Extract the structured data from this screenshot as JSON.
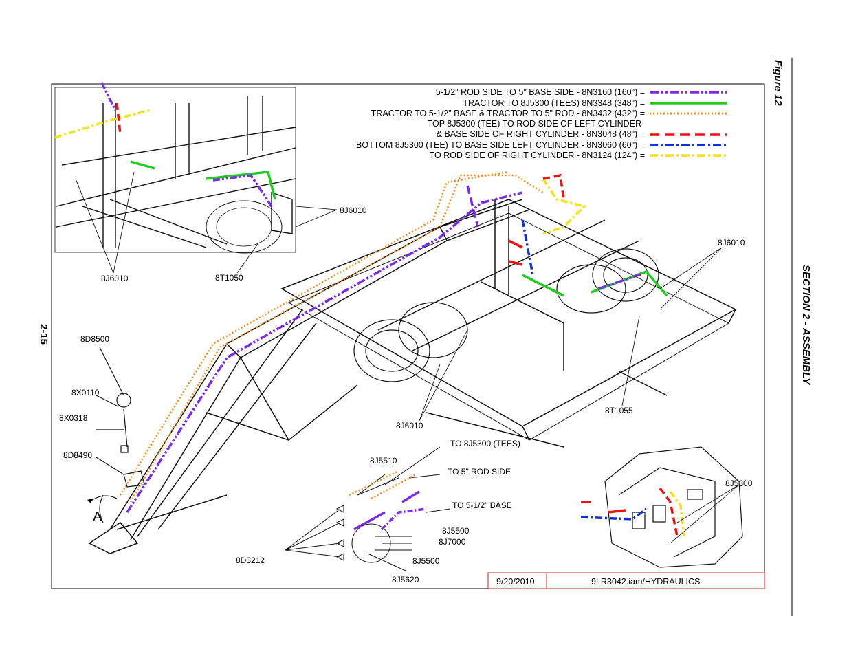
{
  "page": {
    "figure_title": "Figure 12",
    "section_title": "SECTION 2 - ASSEMBLY",
    "page_number": "2-15"
  },
  "legend": [
    {
      "text": "5-1/2\" ROD SIDE TO 5\" BASE SIDE - 8N3160 (160\") =",
      "color": "#7b2be2",
      "style": "dash-dot-dot"
    },
    {
      "text": "TRACTOR TO 8J5300 (TEES) 8N3348 (348\") =",
      "color": "#22cc22",
      "style": "solid"
    },
    {
      "text": "TRACTOR TO 5-1/2\" BASE & TRACTOR TO 5\" ROD - 8N3432 (432\") =",
      "color": "#f08a1c",
      "style": "dotted"
    },
    {
      "text": "TOP 8J5300 (TEE) TO ROD SIDE OF LEFT CYLINDER",
      "color": "",
      "style": "none"
    },
    {
      "text": "& BASE SIDE OF RIGHT CYLINDER - 8N3048 (48\") =",
      "color": "#ee1111",
      "style": "long-dash"
    },
    {
      "text": "BOTTOM 8J5300 (TEE) TO BASE SIDE LEFT CYLINDER - 8N3060 (60\") =",
      "color": "#1133cc",
      "style": "dash-dot"
    },
    {
      "text": "TO ROD SIDE OF RIGHT CYLINDER - 8N3124 (124\") =",
      "color": "#f2e21a",
      "style": "dash-dot"
    }
  ],
  "labels": {
    "l_8j6010_a": "8J6010",
    "l_8j6010_b": "8J6010",
    "l_8j6010_c": "8J6010",
    "l_8j6010_d": "8J6010",
    "l_8t1050": "8T1050",
    "l_8t1055": "8T1055",
    "l_8d8500": "8D8500",
    "l_8x0110": "8X0110",
    "l_8x0318": "8X0318",
    "l_8d8490": "8D8490",
    "l_a": "A",
    "l_to_tees": "TO 8J5300 (TEES)",
    "l_8j5510": "8J5510",
    "l_to_5rod": "TO 5\" ROD SIDE",
    "l_to_55base": "TO 5-1/2\" BASE",
    "l_8j5500_a": "8J5500",
    "l_8j7000": "8J7000",
    "l_8d3212": "8D3212",
    "l_8j5500_b": "8J5500",
    "l_8j5620": "8J5620",
    "l_8j5300": "8J5300"
  },
  "title_block": {
    "date": "9/20/2010",
    "file": "9LR3042.iam/HYDRAULICS"
  },
  "colors": {
    "purple": "#7b2be2",
    "green": "#22cc22",
    "orange": "#f08a1c",
    "red": "#ee1111",
    "blue": "#1133cc",
    "yellow": "#f2e21a",
    "title_block_border": "#cc2222"
  }
}
